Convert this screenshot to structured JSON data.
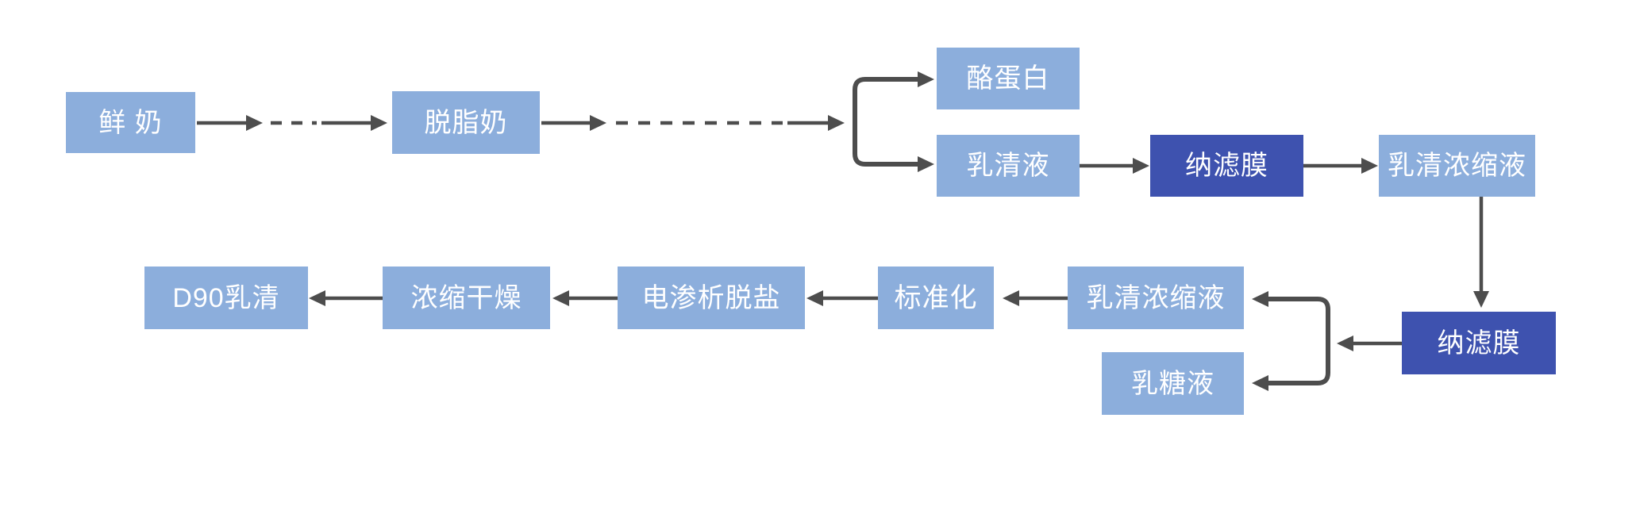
{
  "diagram": {
    "type": "flowchart",
    "colors": {
      "node_light": "#8CAEDC",
      "node_dark": "#3E52AF",
      "arrow": "#4D4D4D",
      "node_text": "#FFFFFF",
      "background": "#FFFFFF"
    },
    "nodes": [
      {
        "id": "fresh-milk",
        "label": "鲜 奶",
        "variant": "light"
      },
      {
        "id": "skim-milk",
        "label": "脱脂奶",
        "variant": "light"
      },
      {
        "id": "casein",
        "label": "酪蛋白",
        "variant": "light"
      },
      {
        "id": "whey-liquid",
        "label": "乳清液",
        "variant": "light"
      },
      {
        "id": "nanofiltration-membrane-1",
        "label": "纳滤膜",
        "variant": "dark"
      },
      {
        "id": "whey-concentrate-1",
        "label": "乳清浓缩液",
        "variant": "light"
      },
      {
        "id": "d90-whey",
        "label": "D90乳清",
        "variant": "light"
      },
      {
        "id": "concentration-drying",
        "label": "浓缩干燥",
        "variant": "light"
      },
      {
        "id": "electrodialysis-desalination",
        "label": "电渗析脱盐",
        "variant": "light"
      },
      {
        "id": "standardization",
        "label": "标准化",
        "variant": "light"
      },
      {
        "id": "whey-concentrate-2",
        "label": "乳清浓缩液",
        "variant": "light"
      },
      {
        "id": "lactose-liquid",
        "label": "乳糖液",
        "variant": "light"
      },
      {
        "id": "nanofiltration-membrane-2",
        "label": "纳滤膜",
        "variant": "dark"
      }
    ],
    "edges": [
      {
        "from": "fresh-milk",
        "to": "skim-milk",
        "style": "solid-dashdot-solid"
      },
      {
        "from": "skim-milk",
        "to": "casein",
        "style": "solid-dashed-solid-branch"
      },
      {
        "from": "skim-milk",
        "to": "whey-liquid",
        "style": "solid-dashed-solid-branch"
      },
      {
        "from": "whey-liquid",
        "to": "nanofiltration-membrane-1",
        "style": "solid"
      },
      {
        "from": "nanofiltration-membrane-1",
        "to": "whey-concentrate-1",
        "style": "solid"
      },
      {
        "from": "whey-concentrate-1",
        "to": "nanofiltration-membrane-2",
        "style": "solid"
      },
      {
        "from": "nanofiltration-membrane-2",
        "to": "whey-concentrate-2",
        "style": "solid-branch"
      },
      {
        "from": "nanofiltration-membrane-2",
        "to": "lactose-liquid",
        "style": "solid-branch"
      },
      {
        "from": "whey-concentrate-2",
        "to": "standardization",
        "style": "solid"
      },
      {
        "from": "standardization",
        "to": "electrodialysis-desalination",
        "style": "solid"
      },
      {
        "from": "electrodialysis-desalination",
        "to": "concentration-drying",
        "style": "solid"
      },
      {
        "from": "concentration-drying",
        "to": "d90-whey",
        "style": "solid"
      }
    ]
  }
}
